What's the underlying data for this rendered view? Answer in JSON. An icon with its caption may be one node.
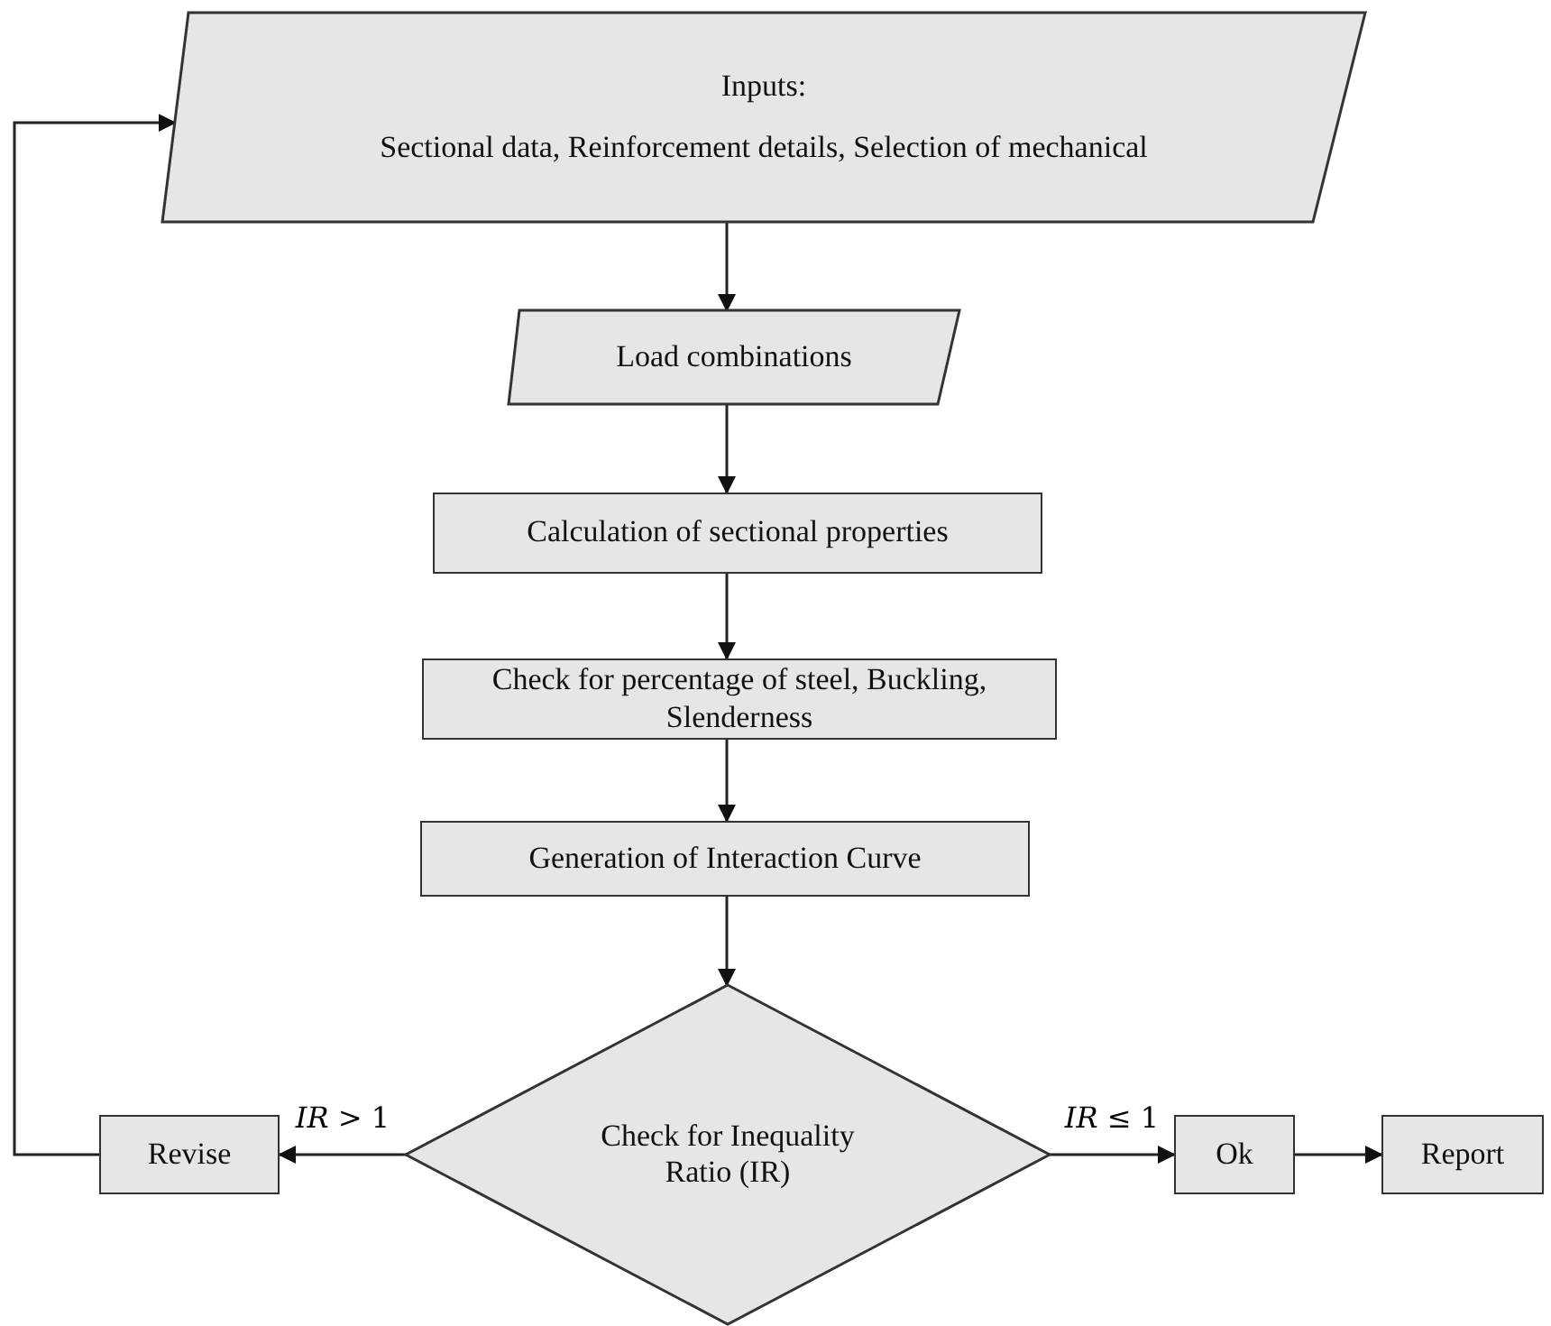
{
  "diagram": {
    "nodes": [
      {
        "text": [
          "Inputs:",
          "Sectional data, Reinforcement details, Selection of mechanical"
        ]
      },
      {
        "text": [
          "Load combinations"
        ]
      },
      {
        "text": [
          "Calculation of sectional properties"
        ]
      },
      {
        "text": [
          "Check for percentage of steel, Buckling, Slenderness"
        ]
      },
      {
        "text": [
          "Generation of Interaction Curve"
        ]
      },
      {
        "text": [
          "Check for Inequality Ratio (IR)"
        ]
      },
      {
        "text": [
          "Revise"
        ]
      },
      {
        "text": [
          "Ok"
        ]
      },
      {
        "text": [
          "Report"
        ]
      }
    ],
    "edges": [
      {
        "from": 0,
        "to": 1,
        "arrow": "to"
      },
      {
        "from": 1,
        "to": 2,
        "arrow": "to"
      },
      {
        "from": 2,
        "to": 3,
        "arrow": "to"
      },
      {
        "from": 3,
        "to": 4,
        "arrow": "to"
      },
      {
        "from": 4,
        "to": 5,
        "arrow": "to"
      },
      {
        "from": 5,
        "to": 6,
        "arrow": "to",
        "label": "*IR* > 1"
      },
      {
        "from": 5,
        "to": 7,
        "arrow": "to",
        "label": "*IR* ≤ 1"
      },
      {
        "from": 7,
        "to": 8,
        "arrow": "to"
      },
      {
        "from": 6,
        "to": 0,
        "arrow": "to"
      }
    ]
  }
}
